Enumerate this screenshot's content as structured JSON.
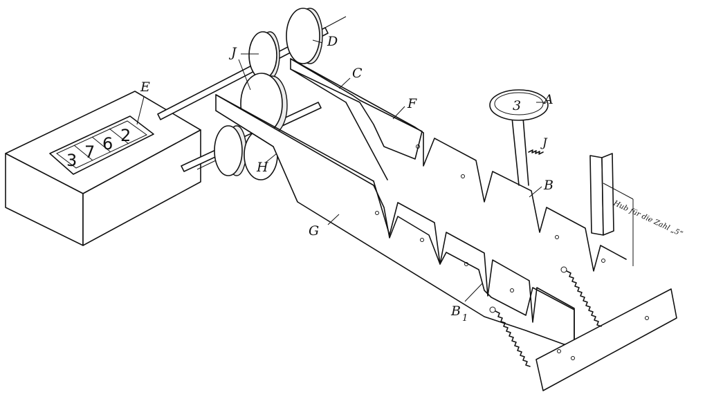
{
  "figure": {
    "labels": {
      "A": "A",
      "B": "B",
      "B1": "B",
      "B1_sub": "1",
      "C": "C",
      "D": "D",
      "E": "E",
      "F": "F",
      "G": "G",
      "H": "H",
      "J_top": "J",
      "J_pin": "J"
    },
    "counter_digits": [
      "3",
      "7",
      "6",
      "2"
    ],
    "knob_numeral": "3",
    "stroke_note": "Hub für die Zahl „5“"
  }
}
